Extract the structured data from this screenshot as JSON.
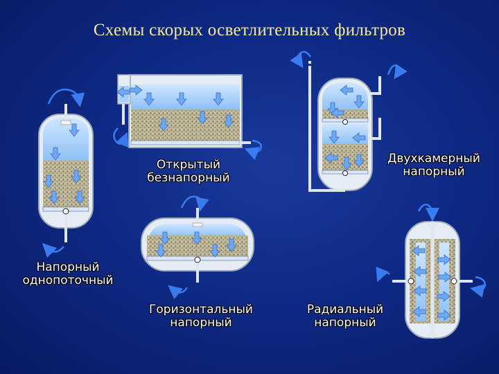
{
  "title": "Схемы скорых осветлительных фильтров",
  "labels": {
    "single_flow": {
      "line1": "Напорный",
      "line2": "однопоточный"
    },
    "open": {
      "line1": "Открытый",
      "line2": "безнапорный"
    },
    "two_chamber": {
      "line1": "Двухкамерный",
      "line2": "напорный"
    },
    "horizontal": {
      "line1": "Горизонтальный",
      "line2": "напорный"
    },
    "radial": {
      "line1": "Радиальный",
      "line2": "напорный"
    }
  },
  "colors": {
    "background": "#0f2a86",
    "title": "#f3e8a0",
    "water": "#a8d0ff",
    "sand": "#c9c2a0",
    "shell": "#dfe6ee",
    "arrow": "#2a6fe0"
  }
}
